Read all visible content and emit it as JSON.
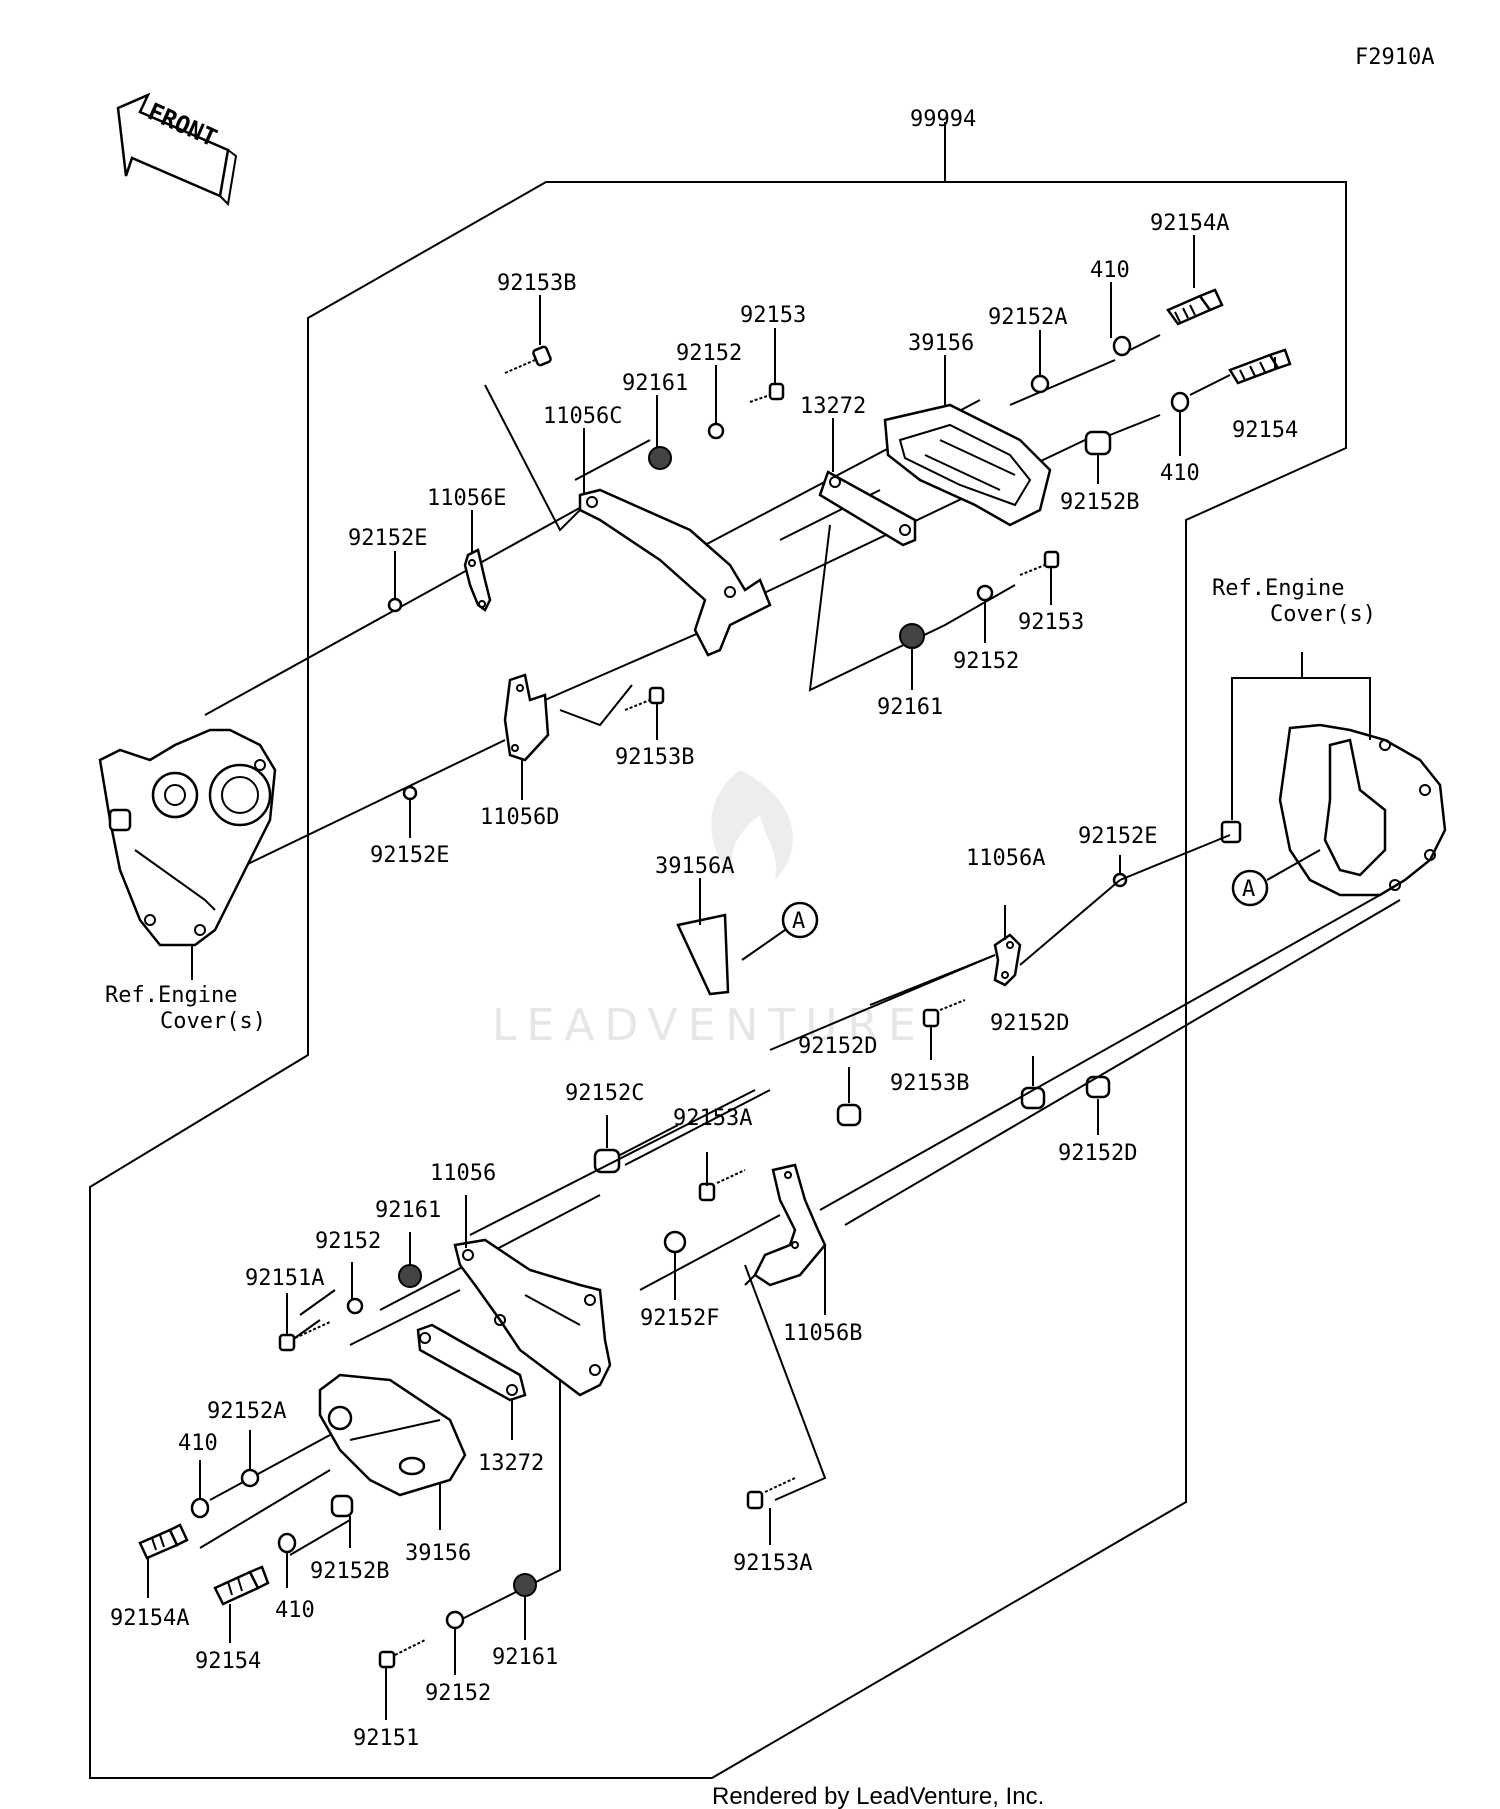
{
  "figure_code": "F2910A",
  "front_arrow_text": "FRONT",
  "kit_number": "99994",
  "callouts": {
    "A_left": "A",
    "A_right": "A"
  },
  "ref_note": {
    "left_line1": "Ref.Engine",
    "left_line2": "Cover(s)",
    "right_line1": "Ref.Engine",
    "right_line2": "Cover(s)"
  },
  "parts_upper": {
    "p92153B_top": "92153B",
    "p92153_top": "92153",
    "p92152_top": "92152",
    "p92161_top": "92161",
    "p11056C": "11056C",
    "p13272_top": "13272",
    "p39156_top": "39156",
    "p92152A_top": "92152A",
    "p410_top": "410",
    "p92154A_top": "92154A",
    "p92154_top": "92154",
    "p410_mid": "410",
    "p92152B_top": "92152B",
    "p11056E": "11056E",
    "p92152E_upper": "92152E",
    "p92153_mid": "92153",
    "p92152_mid": "92152",
    "p92161_mid": "92161",
    "p92153B_mid": "92153B",
    "p11056D": "11056D",
    "p92152E_left": "92152E"
  },
  "parts_center": {
    "p39156A": "39156A",
    "p11056A": "11056A",
    "p92152E_right": "92152E",
    "p92152D_a": "92152D",
    "p92152D_b": "92152D",
    "p92152D_c": "92152D",
    "p92153B_center": "92153B",
    "p92152C": "92152C",
    "p92153A_center": "92153A"
  },
  "parts_lower": {
    "p11056": "11056",
    "p92161_low": "92161",
    "p92152_low": "92152",
    "p92151A": "92151A",
    "p92152F": "92152F",
    "p11056B": "11056B",
    "p92152A_low": "92152A",
    "p410_low_a": "410",
    "p13272_low": "13272",
    "p39156_low": "39156",
    "p92152B_low": "92152B",
    "p410_low_b": "410",
    "p92154A_low": "92154A",
    "p92154_low": "92154",
    "p92161_bottom": "92161",
    "p92152_bottom": "92152",
    "p92151": "92151",
    "p92153A_low": "92153A"
  },
  "watermark": "LEADVENTURE",
  "footer": "Rendered by LeadVenture, Inc."
}
